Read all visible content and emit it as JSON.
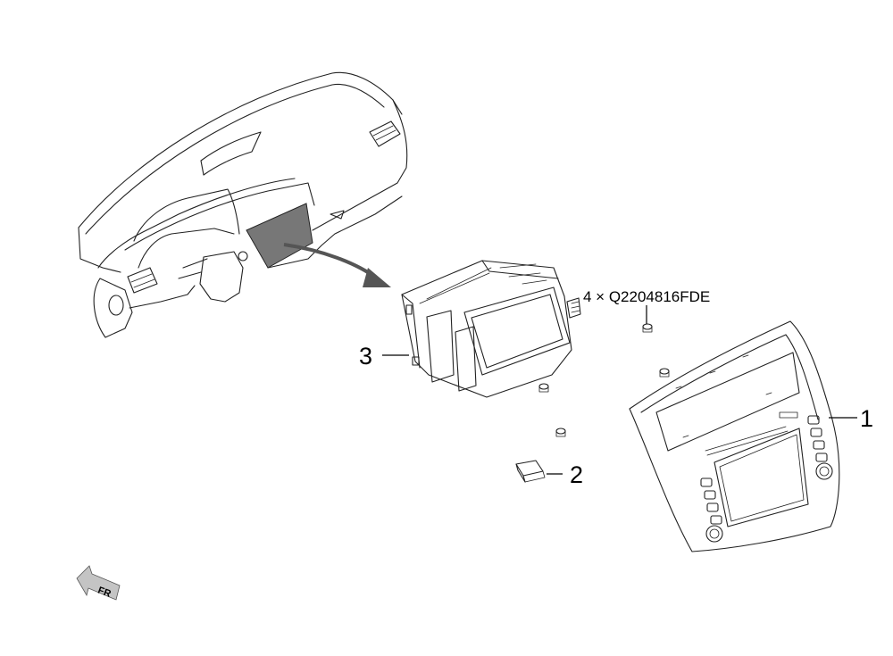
{
  "callouts": {
    "c1": "1",
    "c2": "2",
    "c3": "3"
  },
  "fastener_note": "4 × Q2204816FDE",
  "front_arrow_label": "FR",
  "colors": {
    "line": "#222222",
    "highlight": "#777777",
    "fr_arrow": "#c4c4c4"
  }
}
